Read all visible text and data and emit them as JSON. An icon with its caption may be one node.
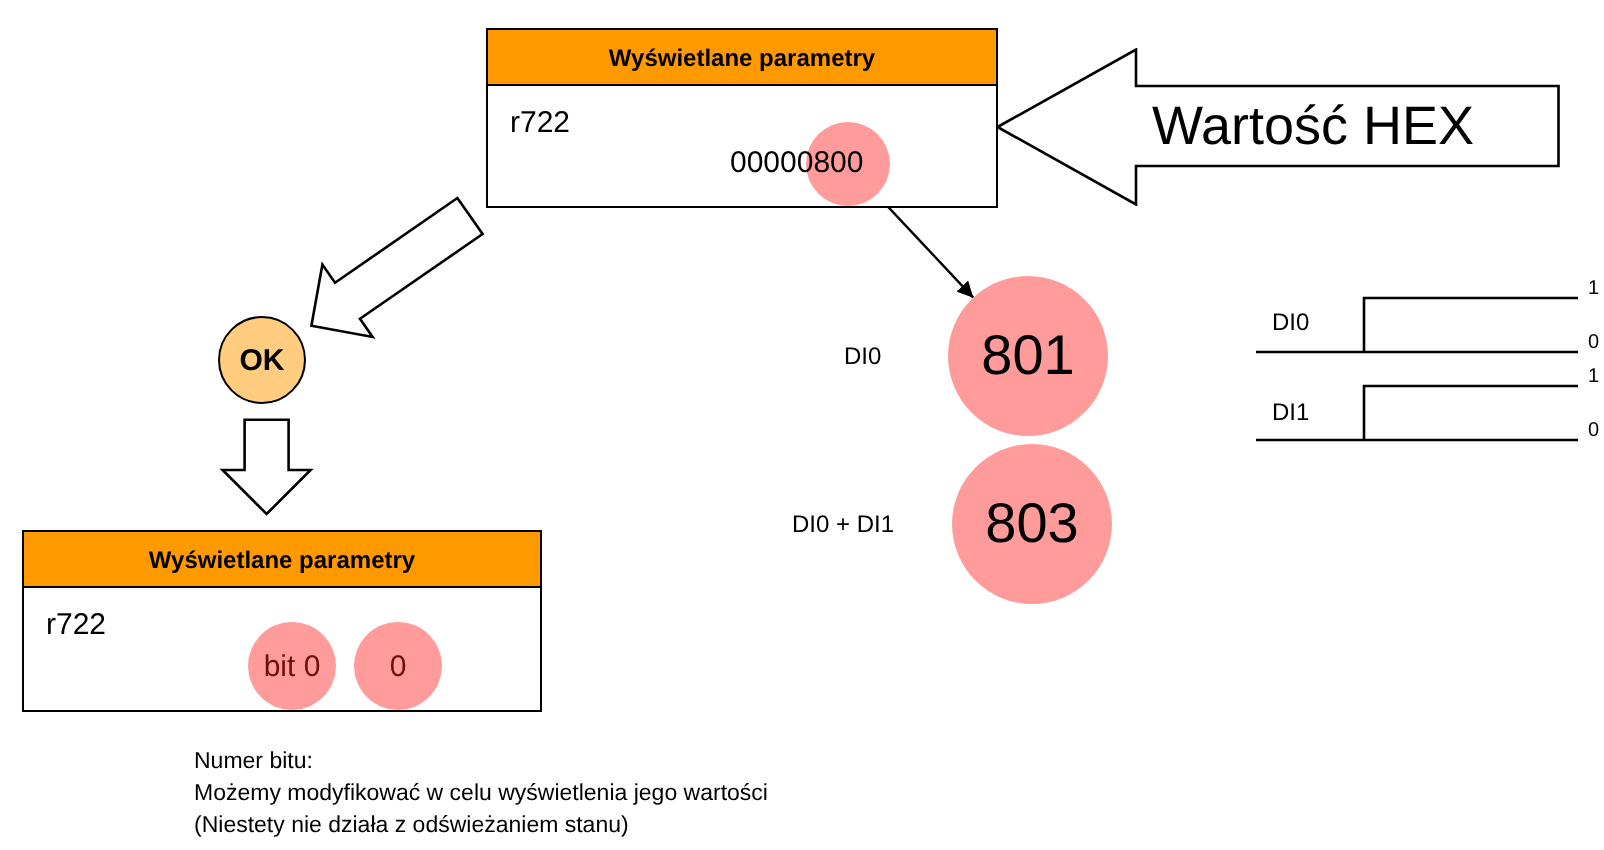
{
  "diagram": {
    "nodes": [
      {
        "text": [
          "Wyświetlane parametry",
          "r722",
          "00000800"
        ]
      },
      {
        "text": [],
        "shape": "circle",
        "in": 0
      },
      {
        "text": [
          "Wartość HEX"
        ]
      },
      {
        "text": [
          "OK"
        ]
      },
      {
        "text": [
          "Wyświetlane parametry",
          "r722"
        ]
      },
      {
        "text": [
          "bit 0"
        ],
        "in": 4
      },
      {
        "text": [
          "0"
        ],
        "in": 4
      },
      {
        "text": [
          "801"
        ],
        "beside": [
          "DI0"
        ]
      },
      {
        "text": [
          "803"
        ],
        "beside": [
          "DI0 + DI1"
        ]
      }
    ],
    "edges": [
      {
        "from": 1,
        "to": 7,
        "arrow": "to"
      },
      {
        "from": 0,
        "to": 3,
        "arrow": "to",
        "style": "thick"
      },
      {
        "from": 3,
        "to": 4,
        "arrow": "to",
        "style": "thick"
      }
    ],
    "labels": [
      "DI0",
      "1",
      "0",
      "DI1",
      "1",
      "0",
      "Numer bitu:",
      "Możemy modyfikować w celu wyświetlenia jego wartości",
      "(Niestety nie działa z odświeżaniem stanu)"
    ]
  }
}
